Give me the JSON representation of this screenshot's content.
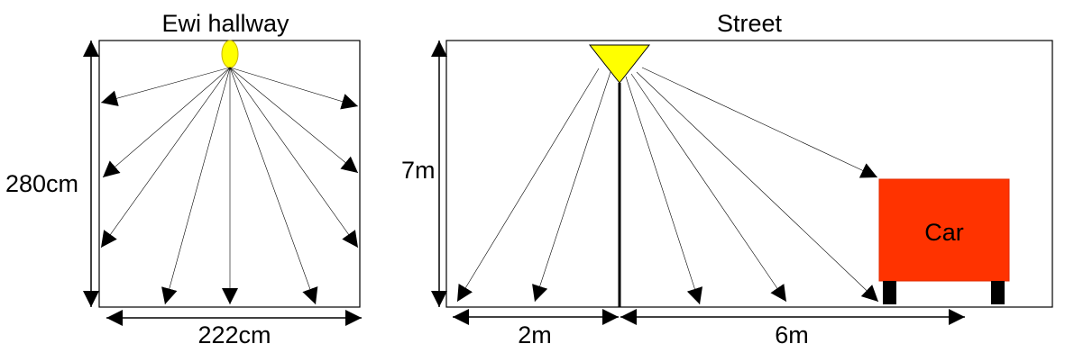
{
  "hallway": {
    "title": "Ewi hallway",
    "height_label": "280cm",
    "width_label": "222cm"
  },
  "street": {
    "title": "Street",
    "height_label": "7m",
    "left_distance_label": "2m",
    "right_distance_label": "6m",
    "car_label": "Car"
  },
  "colors": {
    "lamp": "#ffff00",
    "car": "#ff3300",
    "wheel": "#000000",
    "line": "#000000"
  }
}
